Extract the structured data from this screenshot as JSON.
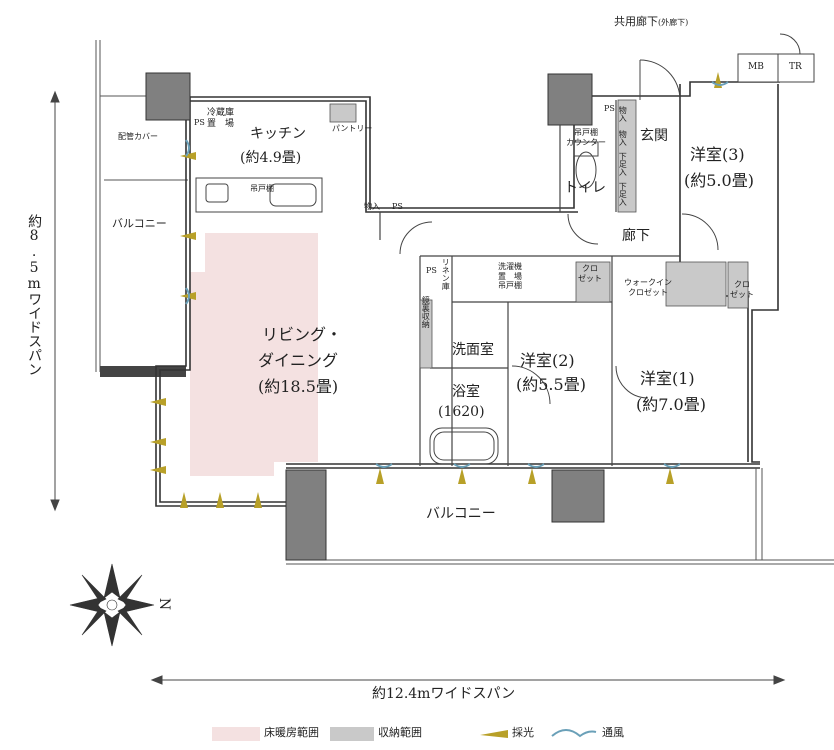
{
  "corridor": {
    "label": "共用廊下",
    "sub": "(外廊下)"
  },
  "utility": {
    "mb": "MB",
    "tr": "TR"
  },
  "rooms": {
    "kitchen": "キッチン",
    "kitchen_size": "(約4.9畳)",
    "fridge": "冷蔵庫",
    "fridge2": "置　場",
    "pantry": "パントリー",
    "ps": "PS",
    "hanging": "吊戸棚",
    "balcony_west": "バルコニー",
    "pipe_cover": "配管カバー",
    "ldk": "リビング・",
    "ldk2": "ダイニング",
    "ldk_size": "(約18.5畳)",
    "storage": "物入",
    "toilet": "トイレ",
    "toilet_cab": "吊戸棚",
    "toilet_cab2": "カウンター",
    "storage_v": "物入",
    "storage_v2": "物入",
    "shoe_v": "下足入",
    "shoe_v2": "下足入",
    "entrance": "玄関",
    "room3": "洋室(3)",
    "room3_size": "(約5.0畳)",
    "hall": "廊下",
    "linen": "リネン庫",
    "washer": "洗濯機",
    "washer2": "置　場",
    "washer_cab": "吊戸棚",
    "mirror": "鏡裏収納",
    "washroom": "洗面室",
    "bath": "浴室",
    "bath_size": "(1620)",
    "closet": "クロ",
    "closet2": "ゼット",
    "room2": "洋室(2)",
    "room2_size": "(約5.5畳)",
    "wic": "ウォークイン",
    "wic2": "クロゼット",
    "closet_b": "クロ",
    "closet_b2": "ゼット",
    "room1": "洋室(1)",
    "room1_size": "(約7.0畳)",
    "balcony_south": "バルコニー"
  },
  "dimensions": {
    "height_span": "約8.5mワイドスパン",
    "width_span": "約12.4mワイドスパン"
  },
  "compass": {
    "north": "N"
  },
  "legend": {
    "floor_heating": "床暖房範囲",
    "storage": "収納範囲",
    "light": "採光",
    "ventilation": "通風",
    "floor_heating_color": "#f4e1e1",
    "storage_color": "#c9c9c9",
    "light_color": "#b8a028",
    "vent_color": "#6aa0b8"
  }
}
